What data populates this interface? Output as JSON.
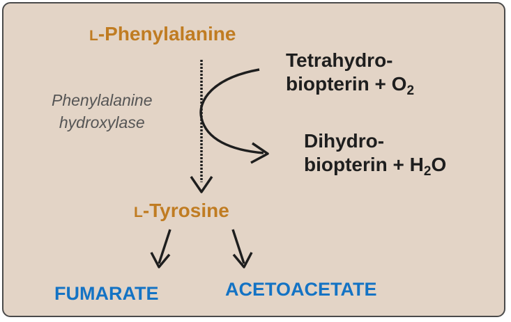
{
  "substrate": {
    "prefix": "L",
    "name": "-Phenylalanine"
  },
  "enzyme": {
    "line1": "Phenylalanine",
    "line2": "hydroxylase"
  },
  "cofactor_in": {
    "line1": "Tetrahydro-",
    "line2_text": "biopterin + O",
    "line2_sub": "2"
  },
  "cofactor_out": {
    "line1": "Dihydro-",
    "line2_text": "biopterin + H",
    "line2_sub": "2",
    "line2_tail": "O"
  },
  "product": {
    "prefix": "L",
    "name": "-Tyrosine"
  },
  "end_products": [
    "FUMARATE",
    "ACETOACETATE"
  ],
  "colors": {
    "panel_bg": "#e3d4c6",
    "amino_acid": "#c07c22",
    "end_product": "#1473c4",
    "cofactor_text": "#1e1e1e",
    "enzyme_text": "#555555",
    "arrow": "#1e1e1e"
  }
}
